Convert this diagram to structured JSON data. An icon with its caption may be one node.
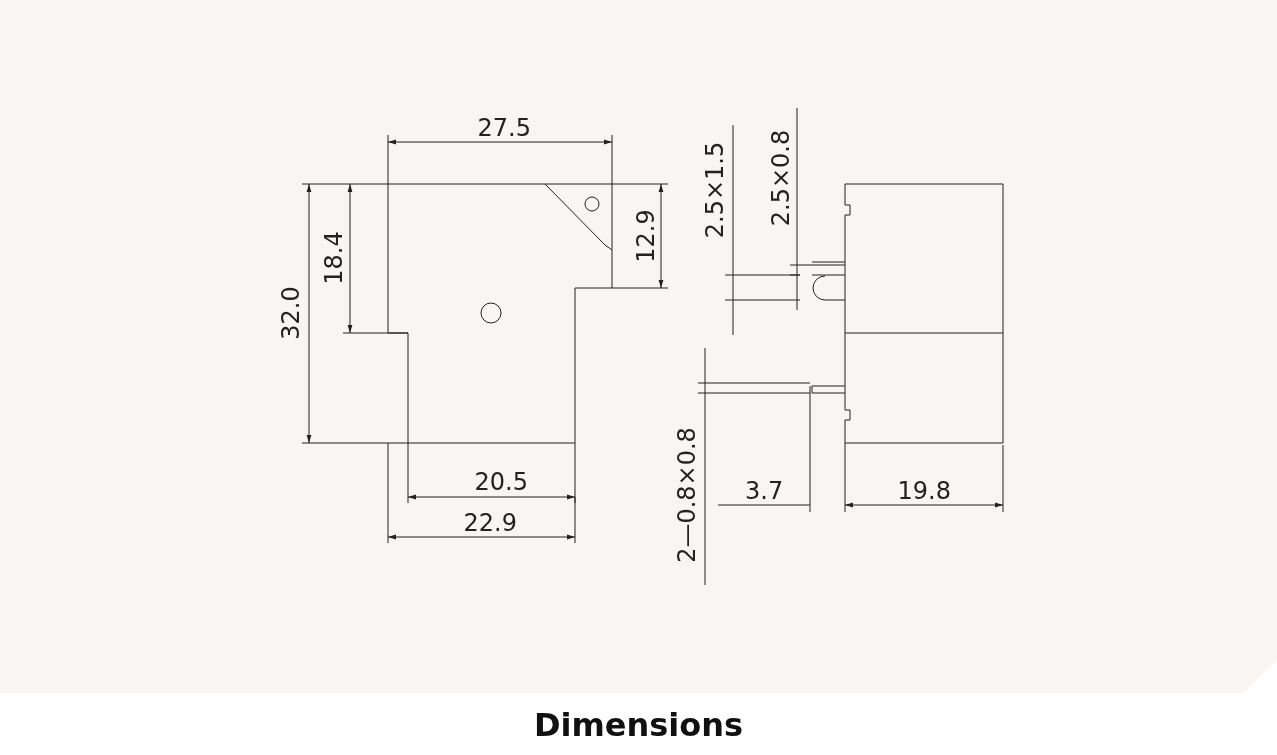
{
  "diagram": {
    "caption": "Dimensions",
    "labels": [
      "27.5",
      "32.0",
      "18.4",
      "12.9",
      "2.5×1.5",
      "2.5×0.8",
      "2—0.8×0.8",
      "3.7",
      "19.8",
      "20.5",
      "22.9"
    ]
  }
}
